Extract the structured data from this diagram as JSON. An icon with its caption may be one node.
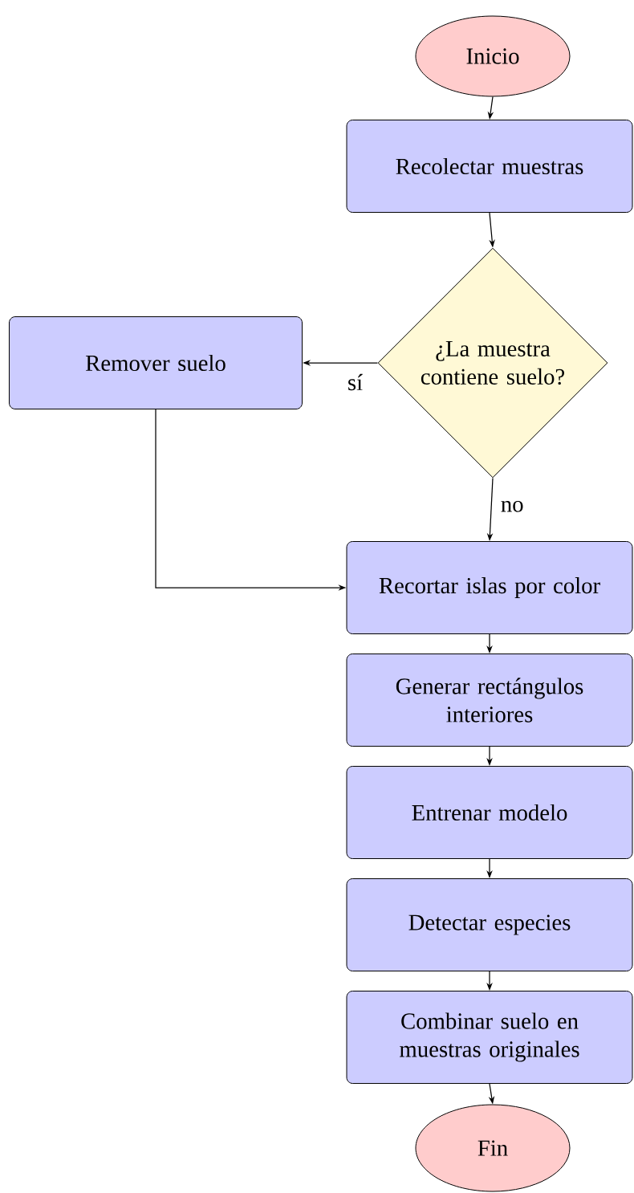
{
  "diagram": {
    "nodes": [
      {
        "text": [
          "Inicio"
        ]
      },
      {
        "text": [
          "Recolectar muestras"
        ]
      },
      {
        "text": [
          "¿La muestra contiene suelo?"
        ]
      },
      {
        "text": [
          "Remover suelo"
        ]
      },
      {
        "text": [
          "Recortar islas por color"
        ]
      },
      {
        "text": [
          "Generar rectángulos interiores"
        ]
      },
      {
        "text": [
          "Entrenar modelo"
        ]
      },
      {
        "text": [
          "Detectar especies"
        ]
      },
      {
        "text": [
          "Combinar suelo en muestras originales"
        ]
      },
      {
        "text": [
          "Fin"
        ]
      }
    ],
    "edges": [
      {
        "from": 0,
        "to": 1,
        "arrow": "to"
      },
      {
        "from": 1,
        "to": 2,
        "arrow": "to"
      },
      {
        "from": 2,
        "to": 3,
        "arrow": "to",
        "label": "sí"
      },
      {
        "from": 2,
        "to": 4,
        "arrow": "to",
        "label": "no"
      },
      {
        "from": 3,
        "to": 4,
        "arrow": "to"
      },
      {
        "from": 4,
        "to": 5,
        "arrow": "to"
      },
      {
        "from": 5,
        "to": 6,
        "arrow": "to"
      },
      {
        "from": 6,
        "to": 7,
        "arrow": "to"
      },
      {
        "from": 7,
        "to": 8,
        "arrow": "to"
      },
      {
        "from": 8,
        "to": 9,
        "arrow": "to"
      }
    ]
  }
}
